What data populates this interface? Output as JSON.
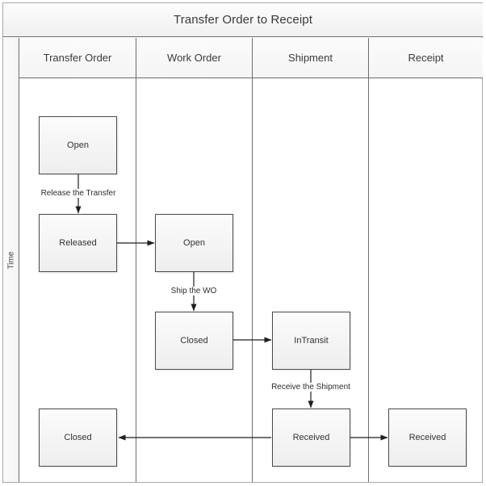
{
  "diagram": {
    "title": "Transfer Order to Receipt",
    "axis_label": "Time",
    "lanes": [
      {
        "id": "transfer-order",
        "label": "Transfer Order"
      },
      {
        "id": "work-order",
        "label": "Work Order"
      },
      {
        "id": "shipment",
        "label": "Shipment"
      },
      {
        "id": "receipt",
        "label": "Receipt"
      }
    ],
    "nodes": [
      {
        "id": "to-open",
        "lane": "transfer-order",
        "label": "Open"
      },
      {
        "id": "to-released",
        "lane": "transfer-order",
        "label": "Released"
      },
      {
        "id": "to-closed",
        "lane": "transfer-order",
        "label": "Closed"
      },
      {
        "id": "wo-open",
        "lane": "work-order",
        "label": "Open"
      },
      {
        "id": "wo-closed",
        "lane": "work-order",
        "label": "Closed"
      },
      {
        "id": "sh-intransit",
        "lane": "shipment",
        "label": "InTransit"
      },
      {
        "id": "sh-received",
        "lane": "shipment",
        "label": "Received"
      },
      {
        "id": "rc-received",
        "lane": "receipt",
        "label": "Received"
      }
    ],
    "edges": [
      {
        "id": "e1",
        "from": "to-open",
        "to": "to-released",
        "label": "Release the Transfer"
      },
      {
        "id": "e2",
        "from": "to-released",
        "to": "wo-open",
        "label": ""
      },
      {
        "id": "e3",
        "from": "wo-open",
        "to": "wo-closed",
        "label": "Ship the WO"
      },
      {
        "id": "e4",
        "from": "wo-closed",
        "to": "sh-intransit",
        "label": ""
      },
      {
        "id": "e5",
        "from": "sh-intransit",
        "to": "sh-received",
        "label": "Receive the Shipment"
      },
      {
        "id": "e6",
        "from": "sh-received",
        "to": "rc-received",
        "label": ""
      },
      {
        "id": "e7",
        "from": "sh-received",
        "to": "to-closed",
        "label": ""
      }
    ],
    "colors": {
      "border": "#4a4a4a",
      "lane_line": "#6e6e6e",
      "node_fill_top": "#fcfcfc",
      "node_fill_bottom": "#eeeeee",
      "connector": "#1f1f1f",
      "text": "#333333",
      "background": "#ffffff"
    }
  }
}
